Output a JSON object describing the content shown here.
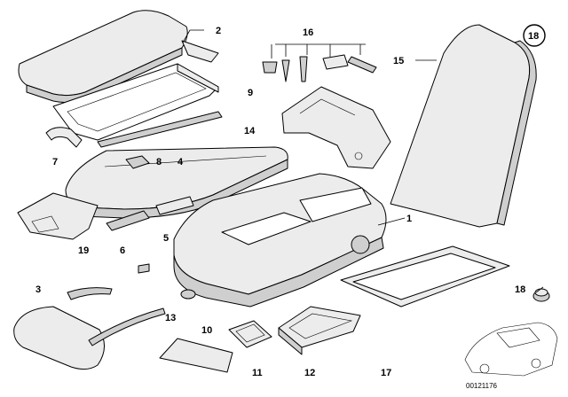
{
  "callouts": {
    "c1": "1",
    "c2": "2",
    "c3": "3",
    "c4": "4",
    "c5": "5",
    "c6": "6",
    "c7": "7",
    "c8": "8",
    "c9": "9",
    "c10": "10",
    "c11": "11",
    "c12": "12",
    "c13": "13",
    "c14": "14",
    "c15": "15",
    "c16": "16",
    "c17": "17",
    "c18": "18",
    "c18_circled": "18",
    "c19": "19"
  },
  "document_number": "00121176"
}
